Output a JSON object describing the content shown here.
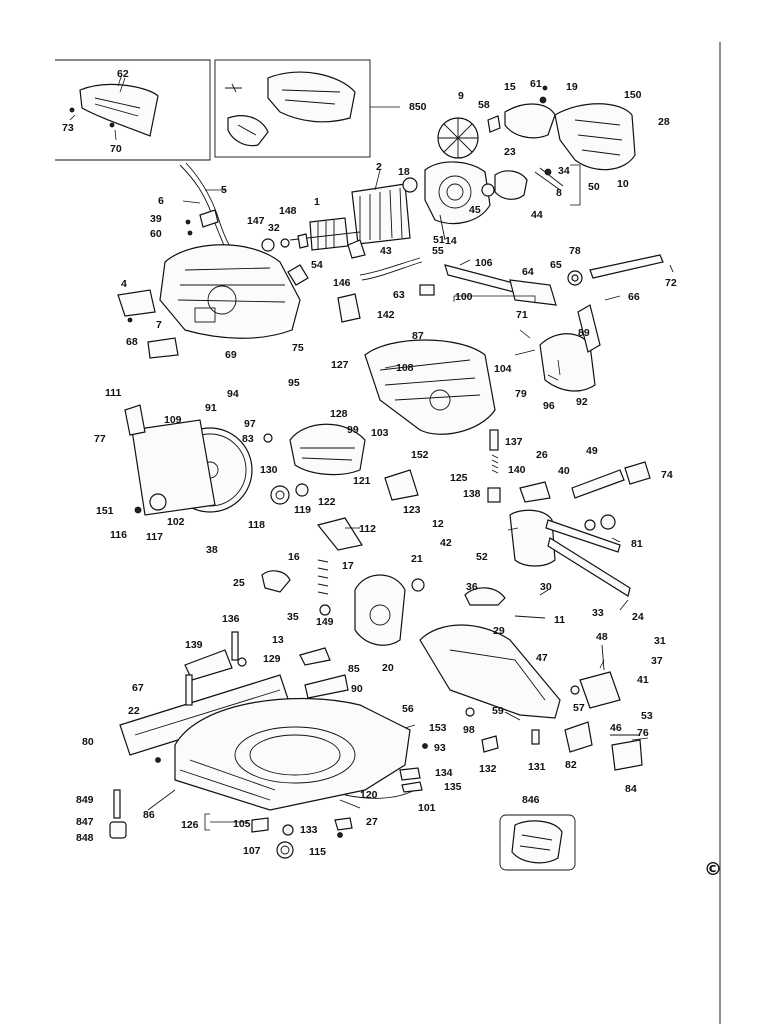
{
  "diagram": {
    "copyright_symbol": "©",
    "labels": [
      "1",
      "2",
      "4",
      "5",
      "6",
      "7",
      "8",
      "9",
      "10",
      "11",
      "12",
      "13",
      "14",
      "15",
      "16",
      "17",
      "18",
      "19",
      "20",
      "21",
      "22",
      "23",
      "24",
      "25",
      "26",
      "27",
      "28",
      "29",
      "30",
      "31",
      "32",
      "33",
      "34",
      "35",
      "36",
      "37",
      "38",
      "39",
      "40",
      "41",
      "42",
      "43",
      "44",
      "45",
      "46",
      "47",
      "48",
      "49",
      "50",
      "51",
      "52",
      "53",
      "54",
      "55",
      "56",
      "57",
      "58",
      "59",
      "60",
      "61",
      "62",
      "63",
      "64",
      "65",
      "66",
      "67",
      "68",
      "69",
      "70",
      "71",
      "72",
      "73",
      "74",
      "75",
      "76",
      "77",
      "78",
      "79",
      "80",
      "81",
      "82",
      "83",
      "84",
      "85",
      "86",
      "87",
      "89",
      "90",
      "91",
      "92",
      "93",
      "94",
      "95",
      "96",
      "97",
      "98",
      "99",
      "100",
      "101",
      "102",
      "103",
      "104",
      "105",
      "106",
      "107",
      "108",
      "109",
      "111",
      "112",
      "115",
      "116",
      "117",
      "118",
      "119",
      "120",
      "121",
      "122",
      "123",
      "125",
      "126",
      "127",
      "128",
      "129",
      "130",
      "131",
      "132",
      "133",
      "134",
      "135",
      "136",
      "137",
      "138",
      "139",
      "140",
      "142",
      "146",
      "147",
      "148",
      "149",
      "150",
      "151",
      "152",
      "153",
      "846",
      "847",
      "848",
      "849",
      "850"
    ]
  }
}
